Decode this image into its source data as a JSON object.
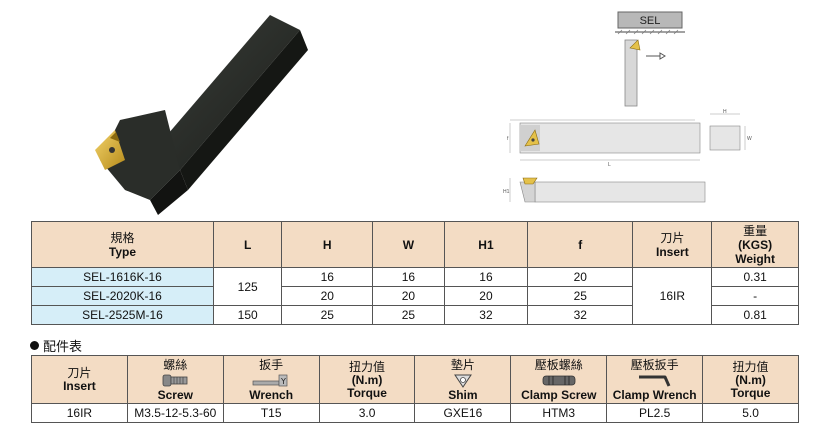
{
  "diagram_label": "SEL",
  "dim_labels": {
    "H": "H",
    "W": "W",
    "L": "L",
    "H1": "H1",
    "f": "f"
  },
  "spec_table": {
    "headers": [
      {
        "cn": "規格",
        "en": "Type"
      },
      {
        "en": "L"
      },
      {
        "en": "H"
      },
      {
        "en": "W"
      },
      {
        "en": "H1"
      },
      {
        "en": "f"
      },
      {
        "cn": "刀片",
        "en": "Insert"
      },
      {
        "cn": "重量",
        "en": "(KGS)",
        "en2": "Weight"
      }
    ],
    "rows": [
      {
        "type": "SEL-1616K-16",
        "L": "125",
        "H": "16",
        "W": "16",
        "H1": "16",
        "f": "20",
        "insert": "16IR",
        "weight": "0.31"
      },
      {
        "type": "SEL-2020K-16",
        "L": "",
        "H": "20",
        "W": "20",
        "H1": "20",
        "f": "25",
        "insert": "",
        "weight": "-"
      },
      {
        "type": "SEL-2525M-16",
        "L": "150",
        "H": "25",
        "W": "25",
        "H1": "32",
        "f": "32",
        "insert": "",
        "weight": "0.81"
      }
    ]
  },
  "accessories": {
    "title": "配件表",
    "headers": [
      {
        "cn": "刀片",
        "en": "Insert"
      },
      {
        "cn": "螺絲",
        "en": "Screw",
        "icon": "screw-icon"
      },
      {
        "cn": "扳手",
        "en": "Wrench",
        "icon": "wrench-icon"
      },
      {
        "cn": "扭力值",
        "en": "(N.m)",
        "en2": "Torque"
      },
      {
        "cn": "墊片",
        "en": "Shim",
        "icon": "shim-icon"
      },
      {
        "cn": "壓板螺絲",
        "en": "Clamp Screw",
        "icon": "clamp-screw-icon"
      },
      {
        "cn": "壓板扳手",
        "en": "Clamp Wrench",
        "icon": "hex-key-icon"
      },
      {
        "cn": "扭力值",
        "en": "(N.m)",
        "en2": "Torque"
      }
    ],
    "row": [
      "16IR",
      "M3.5-12-5.3-60",
      "T15",
      "3.0",
      "GXE16",
      "HTM3",
      "PL2.5",
      "5.0"
    ]
  }
}
